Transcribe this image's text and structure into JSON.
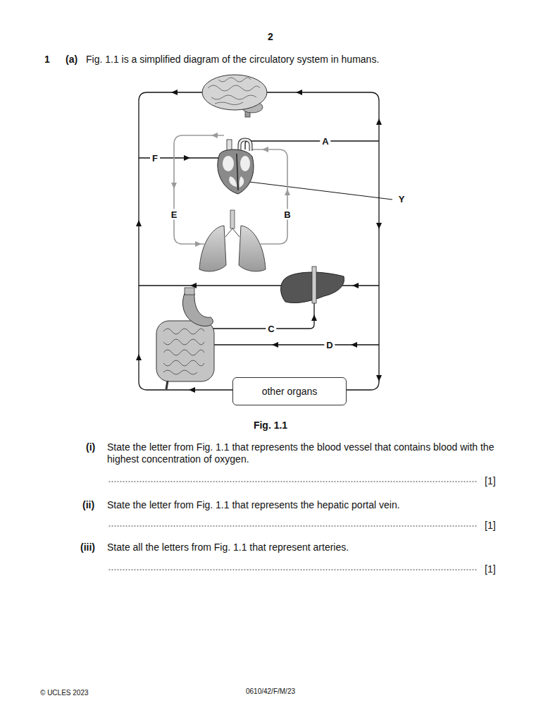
{
  "diagram": {
    "caption": "Fig. 1.1",
    "nodes": [
      {
        "text": [
          "other organs"
        ]
      }
    ],
    "labels": [
      "2",
      "1",
      "(a)",
      "Fig. 1.1 is a simplified diagram of the circulatory system in humans.",
      "A",
      "F",
      "Y",
      "E",
      "B",
      "C",
      "D",
      "(i)",
      "State the letter from Fig. 1.1 that represents the blood vessel that contains blood with the highest concentration of oxygen.",
      "[1]",
      "(ii)",
      "State the letter from Fig. 1.1 that represents the hepatic portal vein.",
      "[1]",
      "(iii)",
      "State all the letters from Fig. 1.1 that represent arteries.",
      "[1]",
      "© UCLES 2023",
      "0610/42/F/M/23"
    ]
  }
}
